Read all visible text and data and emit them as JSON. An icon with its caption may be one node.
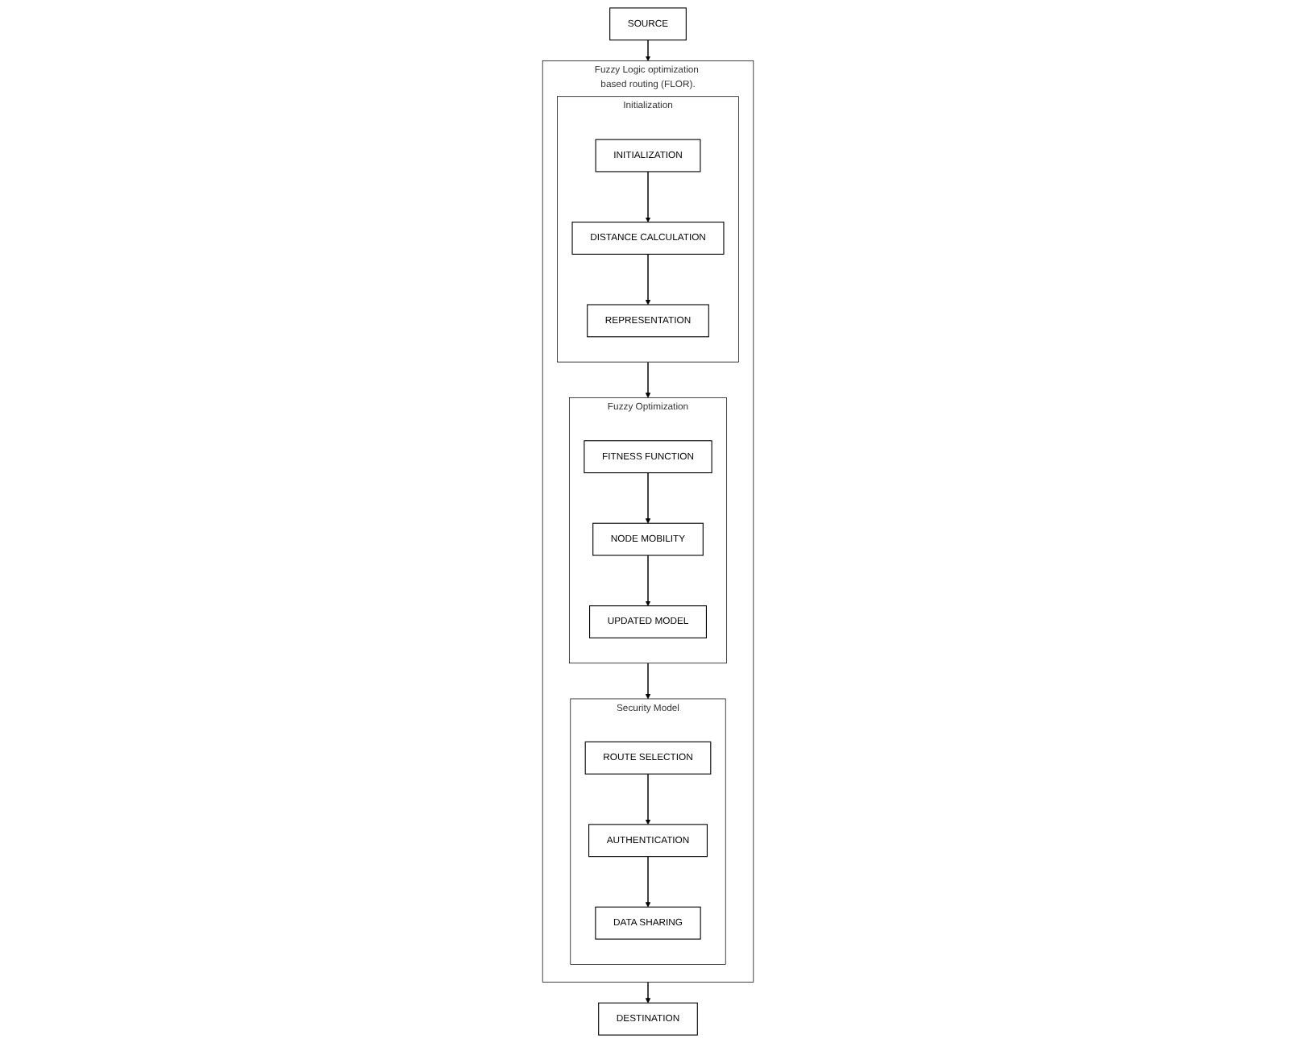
{
  "diagram": {
    "nodes": [
      {
        "text": [
          "SOURCE"
        ]
      },
      {
        "text": [
          "Fuzzy Logic optimization based routing (FLOR)."
        ]
      },
      {
        "text": [
          "Initialization"
        ],
        "in": 1
      },
      {
        "text": [
          "INITIALIZATION"
        ],
        "in": 2
      },
      {
        "text": [
          "DISTANCE CALCULATION"
        ],
        "in": 2
      },
      {
        "text": [
          "REPRESENTATION"
        ],
        "in": 2
      },
      {
        "text": [
          "Fuzzy Optimization"
        ],
        "in": 1
      },
      {
        "text": [
          "FITNESS FUNCTION"
        ],
        "in": 6
      },
      {
        "text": [
          "NODE MOBILITY"
        ],
        "in": 6
      },
      {
        "text": [
          "UPDATED MODEL"
        ],
        "in": 6
      },
      {
        "text": [
          "Security Model"
        ],
        "in": 1
      },
      {
        "text": [
          "ROUTE SELECTION"
        ],
        "in": 10
      },
      {
        "text": [
          "AUTHENTICATION"
        ],
        "in": 10
      },
      {
        "text": [
          "DATA SHARING"
        ],
        "in": 10
      },
      {
        "text": [
          "DESTINATION"
        ]
      }
    ],
    "edges": [
      {
        "from": 0,
        "to": 1,
        "arrow": "to"
      },
      {
        "from": 3,
        "to": 4,
        "arrow": "to"
      },
      {
        "from": 4,
        "to": 5,
        "arrow": "to"
      },
      {
        "from": 2,
        "to": 6,
        "arrow": "to"
      },
      {
        "from": 7,
        "to": 8,
        "arrow": "to"
      },
      {
        "from": 8,
        "to": 9,
        "arrow": "to"
      },
      {
        "from": 6,
        "to": 10,
        "arrow": "to"
      },
      {
        "from": 11,
        "to": 12,
        "arrow": "to"
      },
      {
        "from": 12,
        "to": 13,
        "arrow": "to"
      },
      {
        "from": 1,
        "to": 14,
        "arrow": "to"
      }
    ]
  }
}
